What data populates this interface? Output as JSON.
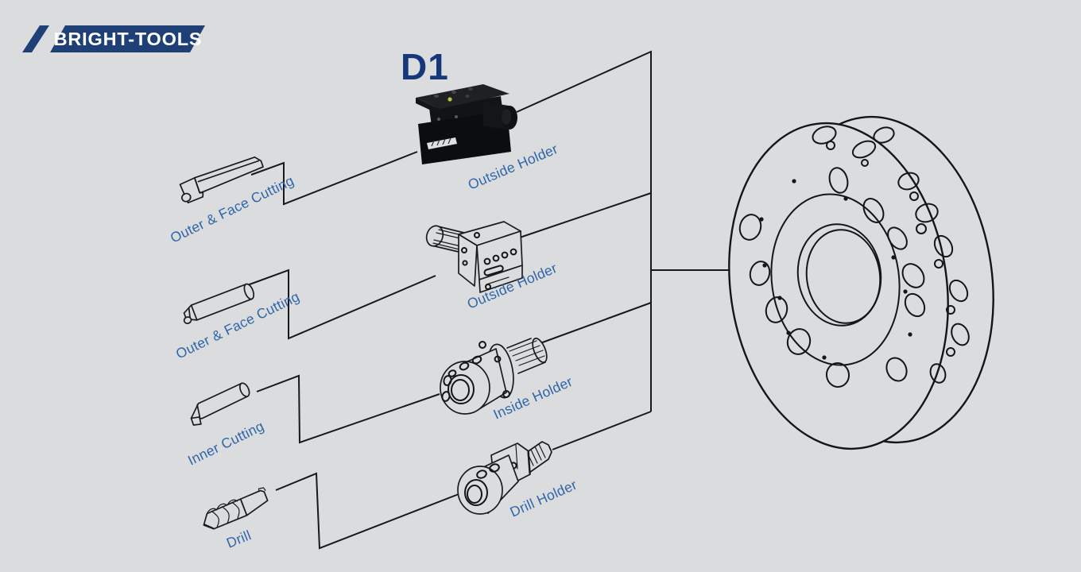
{
  "logo": {
    "text": "BRIGHT-TOOLS",
    "bg_color": "#1e4076",
    "text_color": "#ffffff"
  },
  "station": {
    "label": "D1",
    "color": "#16387b"
  },
  "rows": [
    {
      "tool": "Outer & Face Cutting",
      "holder": "Outside Holder"
    },
    {
      "tool": "Outer & Face Cutting",
      "holder": "Outside Holder"
    },
    {
      "tool": "Inner Cutting",
      "holder": "Inside Holder"
    },
    {
      "tool": "Drill",
      "holder": "Drill Holder"
    }
  ],
  "colors": {
    "background": "#dbdcde",
    "line": "#17181a",
    "label_blue": "#2f66aa"
  }
}
